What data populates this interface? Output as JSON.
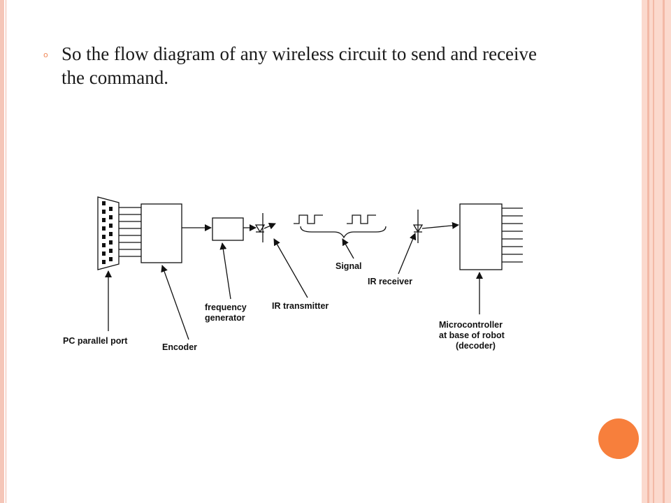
{
  "slide": {
    "bullet_icon": "circle-outline-bullet",
    "bullet_text": "So the flow diagram of any wireless circuit to send and receive the command.",
    "accent_color": "#f77f3c",
    "frame_color": "#fbd9cd"
  },
  "diagram": {
    "labels": {
      "pc_parallel_port": "PC parallel port",
      "encoder": "Encoder",
      "frequency_generator_line1": "frequency",
      "frequency_generator_line2": "generator",
      "ir_transmitter": "IR transmitter",
      "signal": "Signal",
      "ir_receiver": "IR receiver",
      "microcontroller_line1": "Microcontroller",
      "microcontroller_line2": "at base of robot",
      "microcontroller_line3": "(decoder)"
    }
  }
}
